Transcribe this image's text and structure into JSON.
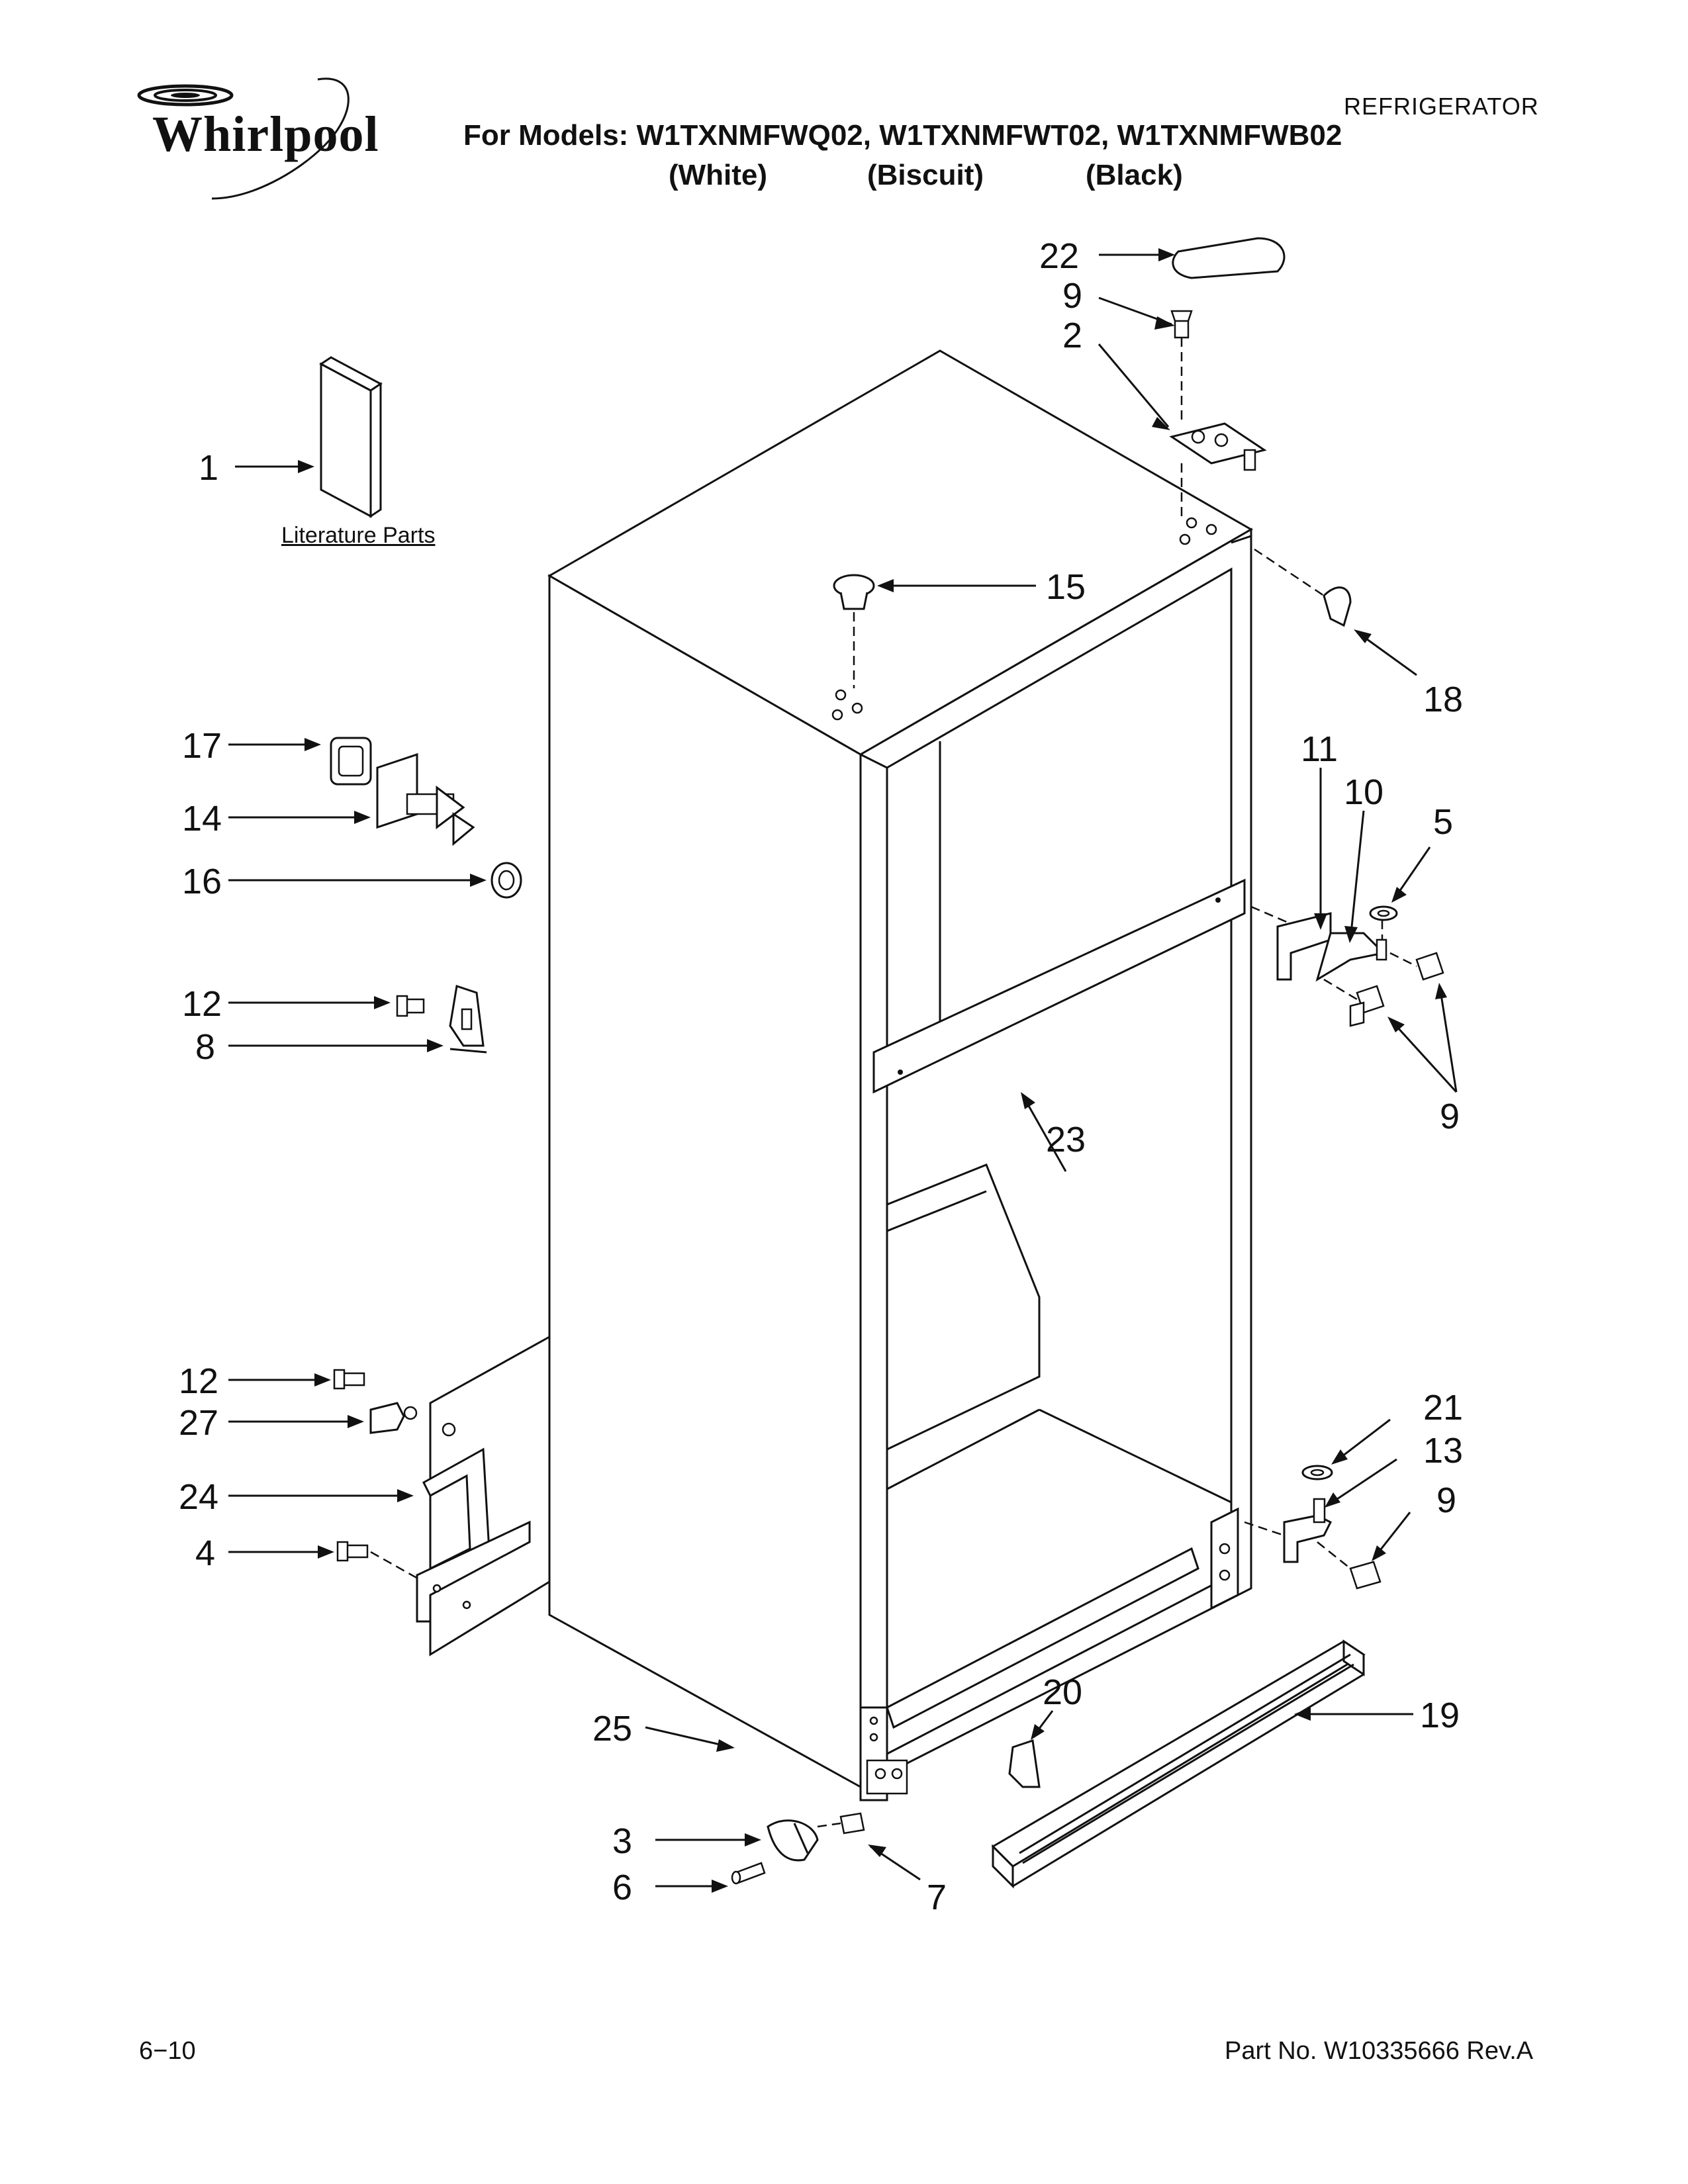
{
  "header": {
    "brand": "Whirlpool",
    "models_line": "For Models: W1TXNMFWQ02, W1TXNMFWT02, W1TXNMFWB02",
    "variants": [
      "(White)",
      "(Biscuit)",
      "(Black)"
    ],
    "category": "REFRIGERATOR"
  },
  "literature_label": "Literature Parts",
  "callouts": [
    "22",
    "9",
    "2",
    "1",
    "15",
    "18",
    "17",
    "14",
    "16",
    "11",
    "10",
    "5",
    "12",
    "8",
    "9",
    "23",
    "12",
    "27",
    "24",
    "4",
    "21",
    "13",
    "9",
    "20",
    "19",
    "25",
    "3",
    "7",
    "6"
  ],
  "footer": {
    "left": "6−10",
    "right": "Part No. W10335666 Rev.A"
  }
}
